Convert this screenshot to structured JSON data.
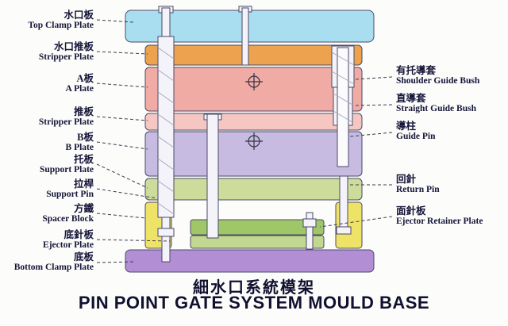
{
  "diagram": {
    "left_labels": [
      {
        "zh": "水口板",
        "en": "Top Clamp Plate"
      },
      {
        "zh": "水口推板",
        "en": "Stripper Plate"
      },
      {
        "zh": "A板",
        "en": "A Plate"
      },
      {
        "zh": "推板",
        "en": "Stripper Plate"
      },
      {
        "zh": "B板",
        "en": "B Plate"
      },
      {
        "zh": "托板",
        "en": "Support Plate"
      },
      {
        "zh": "拉桿",
        "en": "Support Pin"
      },
      {
        "zh": "方鐵",
        "en": "Spacer Block"
      },
      {
        "zh": "底針板",
        "en": "Ejector Plate"
      },
      {
        "zh": "底板",
        "en": "Bottom Clamp Plate"
      }
    ],
    "right_labels": [
      {
        "zh": "有托導套",
        "en": "Shoulder Guide Bush"
      },
      {
        "zh": "直導套",
        "en": "Straight Guide Bush"
      },
      {
        "zh": "導柱",
        "en": "Guide Pin"
      },
      {
        "zh": "回針",
        "en": "Return Pin"
      },
      {
        "zh": "面針板",
        "en": "Ejector Retainer Plate"
      }
    ]
  },
  "title": {
    "chinese": "細水口系統模架",
    "english": "PIN POINT GATE SYSTEM MOULD BASE"
  },
  "colors": {
    "top_clamp_plate": "#a9ddf0",
    "stripper_plate_top": "#eca24f",
    "a_plate": "#f1aba5",
    "stripper_plate": "#f6c6c3",
    "b_plate": "#c7bbe1",
    "support_plate": "#cddc9b",
    "spacer_block": "#eee366",
    "ejector_retainer_plate": "#9fc767",
    "ejector_plate": "#c2d78f",
    "bottom_clamp_plate": "#b28fd5"
  }
}
